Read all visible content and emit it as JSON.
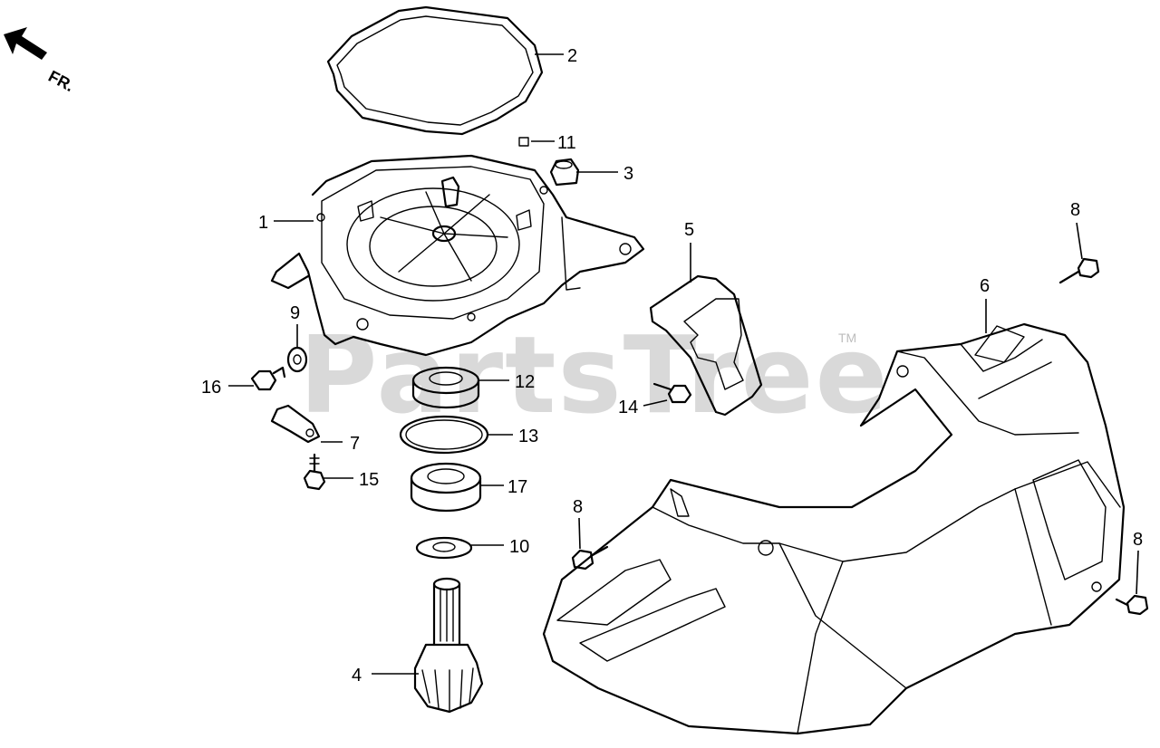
{
  "diagram": {
    "direction_label": "FR.",
    "watermark": "PartsTree",
    "watermark_mark": "TM",
    "callouts": [
      {
        "id": "c1",
        "text": "1"
      },
      {
        "id": "c2",
        "text": "2"
      },
      {
        "id": "c3",
        "text": "3"
      },
      {
        "id": "c4",
        "text": "4"
      },
      {
        "id": "c5",
        "text": "5"
      },
      {
        "id": "c6",
        "text": "6"
      },
      {
        "id": "c7",
        "text": "7"
      },
      {
        "id": "c8a",
        "text": "8"
      },
      {
        "id": "c8b",
        "text": "8"
      },
      {
        "id": "c8c",
        "text": "8"
      },
      {
        "id": "c9",
        "text": "9"
      },
      {
        "id": "c10",
        "text": "10"
      },
      {
        "id": "c11",
        "text": "11"
      },
      {
        "id": "c12",
        "text": "12"
      },
      {
        "id": "c13",
        "text": "13"
      },
      {
        "id": "c14",
        "text": "14"
      },
      {
        "id": "c15",
        "text": "15"
      },
      {
        "id": "c16",
        "text": "16"
      },
      {
        "id": "c17",
        "text": "17"
      }
    ]
  }
}
